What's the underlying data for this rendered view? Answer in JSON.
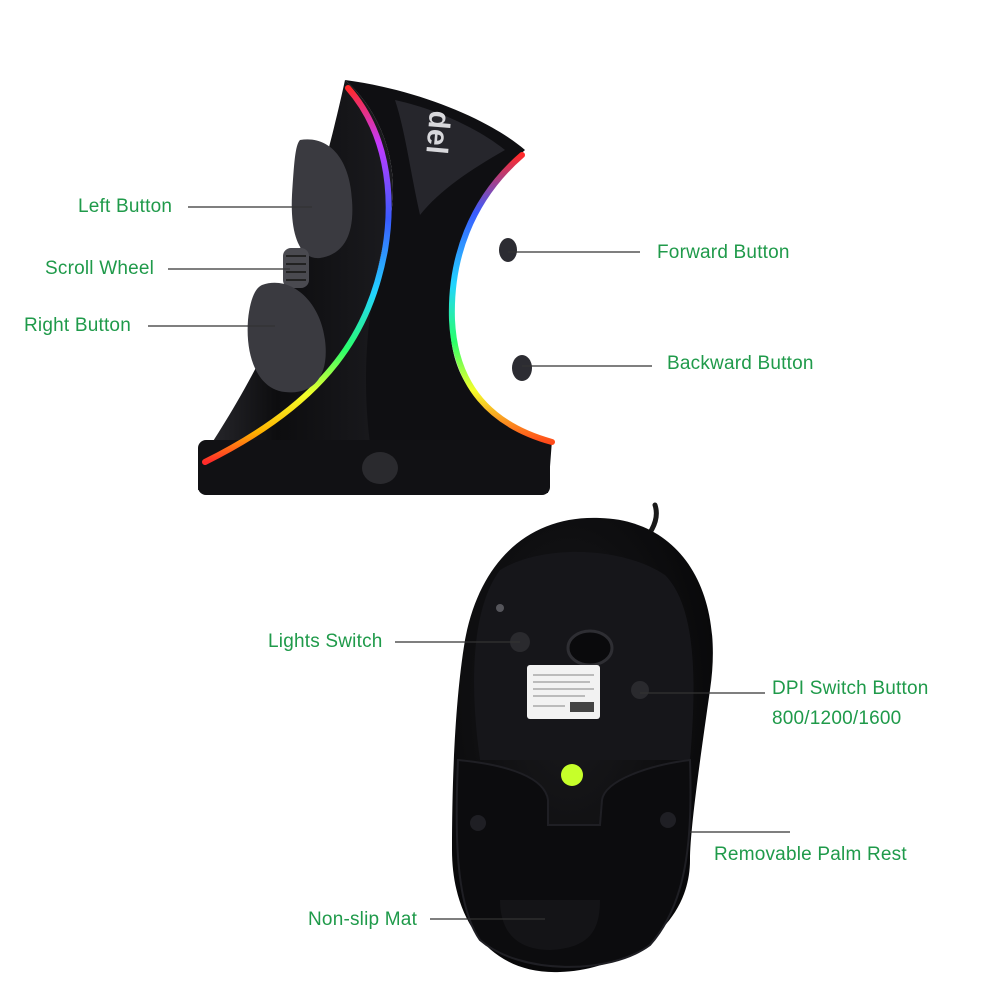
{
  "colors": {
    "label_text": "#1f9a4a",
    "leader_line": "#333333",
    "mouse_body": "#0d0d0f",
    "mouse_highlight": "#3a3a40",
    "rgb_strip": [
      "#ff2a2a",
      "#ffb300",
      "#f4ff2a",
      "#2aff6a",
      "#22d4ff",
      "#3a5bff",
      "#c33aff"
    ],
    "sticker": "#f2f2f2",
    "foot_pad": "#c6ff2a"
  },
  "brand_mark": "del",
  "labels": {
    "left_button": "Left Button",
    "scroll_wheel": "Scroll Wheel",
    "right_button": "Right Button",
    "forward_button": "Forward Button",
    "backward_button": "Backward Button",
    "lights_switch": "Lights Switch",
    "dpi_switch": "DPI Switch Button",
    "dpi_values": "800/1200/1600",
    "palm_rest": "Removable Palm Rest",
    "non_slip_mat": "Non-slip Mat"
  }
}
